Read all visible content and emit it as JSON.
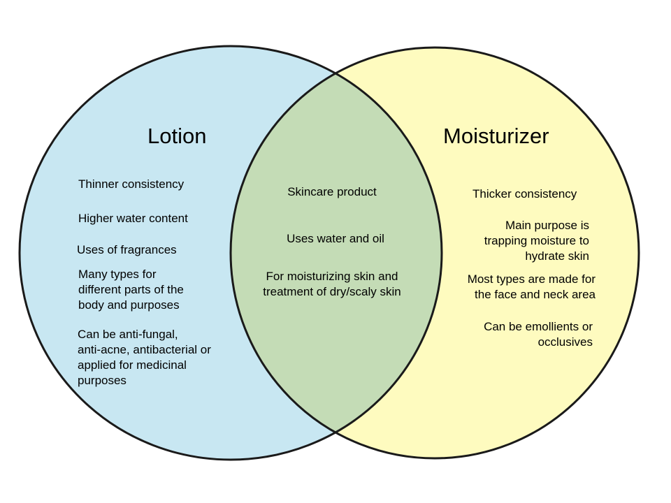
{
  "colors": {
    "left_fill": "#c8e7f2",
    "right_fill": "#fefbbf",
    "overlap_fill": "#c4dcb6",
    "outline": "#1a1a1a"
  },
  "left": {
    "title": "Lotion",
    "items": [
      "Thinner consistency",
      "Higher water content",
      "Uses of fragrances",
      "Many types for\ndifferent parts of the\nbody and purposes",
      "Can be anti-fungal,\nanti-acne, antibacterial or\napplied for medicinal\npurposes"
    ]
  },
  "right": {
    "title": "Moisturizer",
    "items": [
      "Thicker consistency",
      "Main purpose is\ntrapping moisture to\nhydrate skin",
      "Most types are made for\nthe face and neck area",
      "Can be emollients or\nocclusives"
    ]
  },
  "overlap": {
    "items": [
      "Skincare product",
      "Uses water and oil",
      "For moisturizing skin and\ntreatment of dry/scaly skin"
    ]
  }
}
